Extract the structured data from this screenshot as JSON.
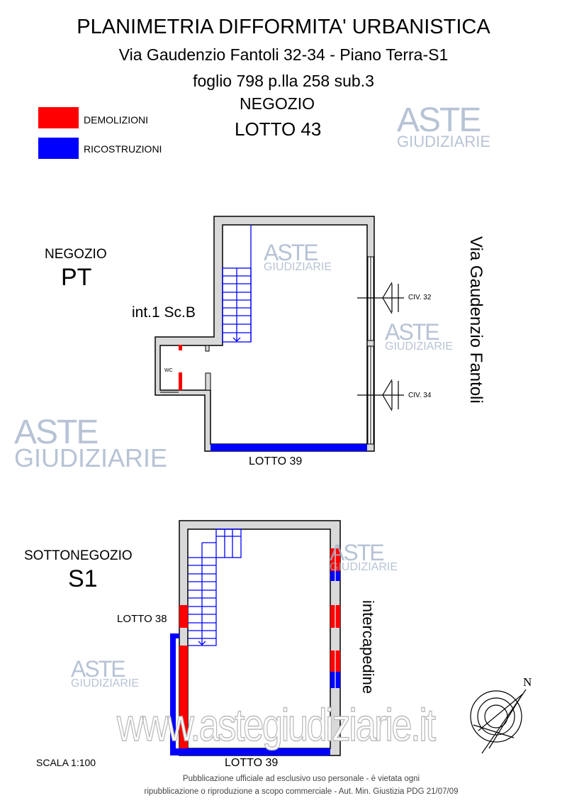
{
  "header": {
    "title": "PLANIMETRIA DIFFORMITA' URBANISTICA",
    "address": "Via Gaudenzio Fantoli 32-34 - Piano Terra-S1",
    "cadastral": "foglio 798 p.lla 258 sub.3",
    "unit_type": "NEGOZIO",
    "lot": "LOTTO 43"
  },
  "legend": [
    {
      "label": "DEMOLIZIONI",
      "color": "#ff0000"
    },
    {
      "label": "RICOSTRUZIONI",
      "color": "#0000ff"
    }
  ],
  "ground_floor": {
    "label_type": "NEGOZIO",
    "label_level": "PT",
    "internal": "int.1 Sc.B",
    "wc": "WC",
    "civ_32": "CIV. 32",
    "civ_34": "CIV. 34",
    "street": "Via Gaudenzio Fantoli",
    "bottom_neighbor": "LOTTO 39"
  },
  "basement": {
    "label_type": "SOTTONEGOZIO",
    "label_level": "S1",
    "left_neighbor": "LOTTO 38",
    "right_side": "intercapedine",
    "bottom_neighbor": "LOTTO 39"
  },
  "scale": "SCALA 1:100",
  "compass": "N",
  "watermark": {
    "brand_top": "ASTE",
    "brand_bottom": "GIUDIZIARIE",
    "url": "www.astegiudiziarie.it"
  },
  "footer": {
    "line1": "Pubblicazione ufficiale ad esclusivo uso personale - è vietata ogni",
    "line2": "ripubblicazione o riproduzione a scopo commerciale - Aut. Min. Giustizia PDG 21/07/09"
  }
}
